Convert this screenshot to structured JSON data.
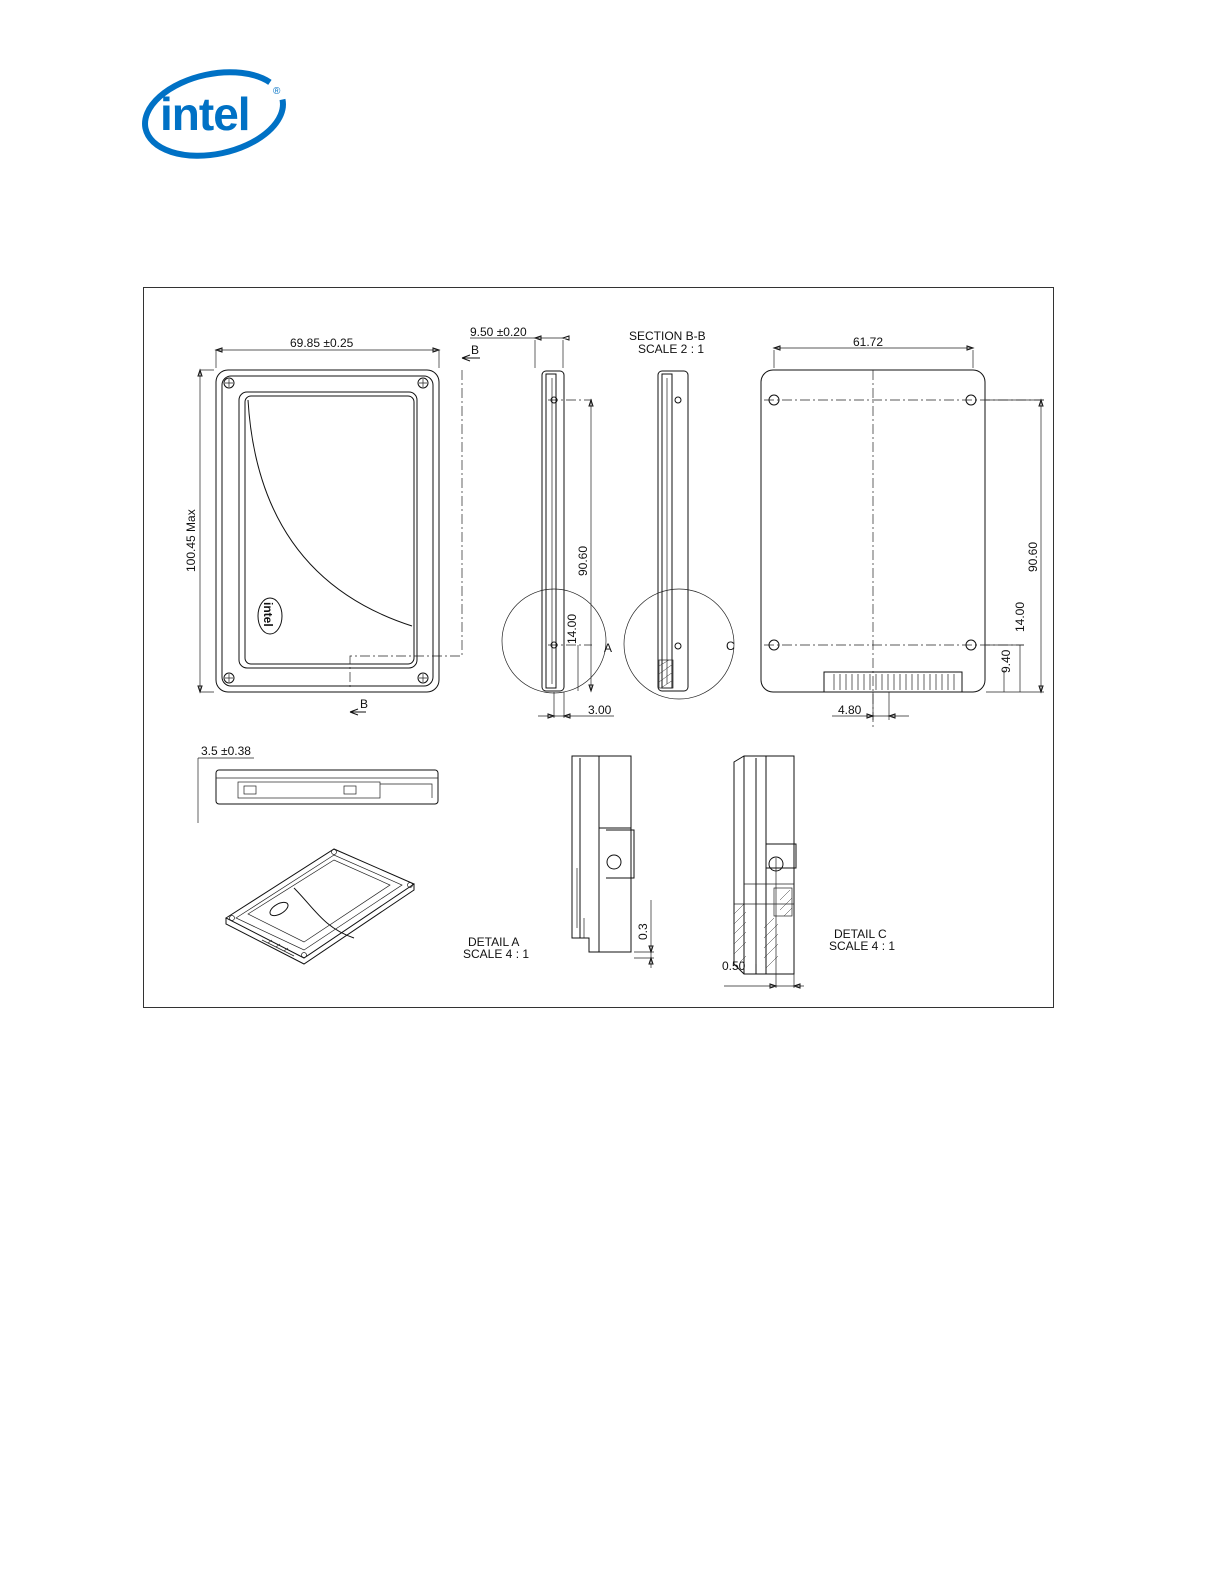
{
  "logo": {
    "text": "intel",
    "reg_mark": "®",
    "color": "#0071c5"
  },
  "drawing": {
    "dimensions": {
      "width_top": "69.85 ±0.25",
      "thickness_side": "9.50 ±0.20",
      "section_label": "B",
      "height_max": "100.45 Max",
      "hole_span_side": "90.60",
      "hole_offset_side": "14.00",
      "edge_offset": "3.00",
      "width_bottom": "61.72",
      "hole_span_bottom": "90.60",
      "hole_offset_bottom": "14.00",
      "connector_offset": "9.40",
      "connector_width": "4.80",
      "thickness_edge": "3.5 ±0.38",
      "detail_a_gap": "0.3",
      "detail_c_gap": "0.50"
    },
    "labels": {
      "section_title": "SECTION B-B",
      "section_scale": "SCALE 2 : 1",
      "detail_a_marker": "A",
      "detail_c_marker": "C",
      "detail_a_title": "DETAIL A",
      "detail_a_scale": "SCALE 4 : 1",
      "detail_c_title": "DETAIL C",
      "detail_c_scale": "SCALE 4 : 1",
      "product_logo": "intel"
    }
  }
}
